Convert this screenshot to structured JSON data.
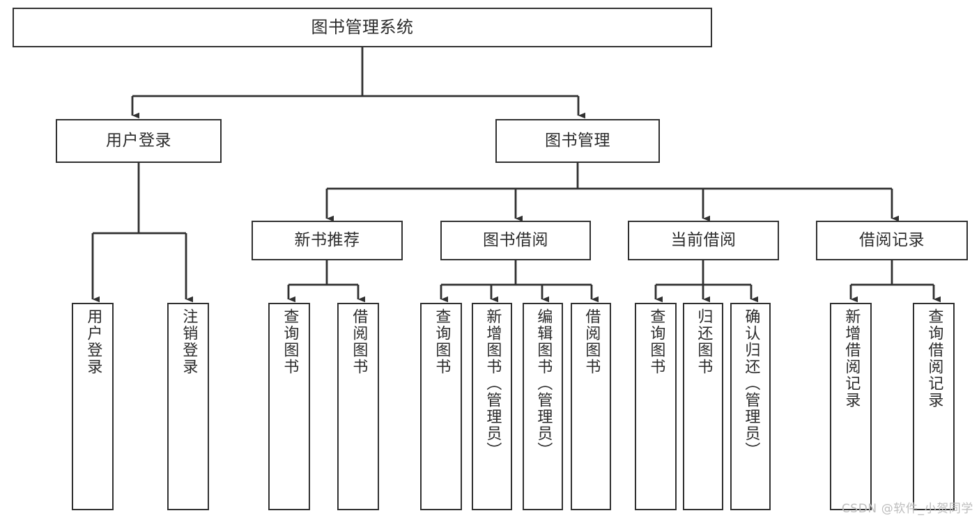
{
  "diagram": {
    "type": "tree",
    "title": "图书管理系统",
    "orientation": "top-down",
    "line_color": "#303030",
    "box_fill": "#ffffff",
    "text_color": "#2b2b2b",
    "nodes": {
      "root": {
        "label": "图书管理系统",
        "level": 0,
        "text_orientation": "horizontal"
      },
      "l1_0": {
        "label": "用户登录",
        "level": 1,
        "text_orientation": "horizontal"
      },
      "l1_1": {
        "label": "图书管理",
        "level": 1,
        "text_orientation": "horizontal"
      },
      "l2_0": {
        "label": "新书推荐",
        "level": 2,
        "text_orientation": "horizontal"
      },
      "l2_1": {
        "label": "图书借阅",
        "level": 2,
        "text_orientation": "horizontal"
      },
      "l2_2": {
        "label": "当前借阅",
        "level": 2,
        "text_orientation": "horizontal"
      },
      "l2_3": {
        "label": "借阅记录",
        "level": 2,
        "text_orientation": "horizontal"
      },
      "leaf_0": {
        "label": "用户登录",
        "level": 3,
        "text_orientation": "vertical"
      },
      "leaf_1": {
        "label": "注销登录",
        "level": 3,
        "text_orientation": "vertical"
      },
      "leaf_2": {
        "label": "查询图书",
        "level": 3,
        "text_orientation": "vertical"
      },
      "leaf_3": {
        "label": "借阅图书",
        "level": 3,
        "text_orientation": "vertical"
      },
      "leaf_4": {
        "label": "查询图书",
        "level": 3,
        "text_orientation": "vertical"
      },
      "leaf_5": {
        "label": "新增图书（管理员）",
        "level": 3,
        "text_orientation": "vertical"
      },
      "leaf_6": {
        "label": "编辑图书（管理员）",
        "level": 3,
        "text_orientation": "vertical"
      },
      "leaf_7": {
        "label": "借阅图书",
        "level": 3,
        "text_orientation": "vertical"
      },
      "leaf_8": {
        "label": "查询图书",
        "level": 3,
        "text_orientation": "vertical"
      },
      "leaf_9": {
        "label": "归还图书",
        "level": 3,
        "text_orientation": "vertical"
      },
      "leaf_10": {
        "label": "确认归还（管理员）",
        "level": 3,
        "text_orientation": "vertical"
      },
      "leaf_11": {
        "label": "新增借阅记录",
        "level": 3,
        "text_orientation": "vertical"
      },
      "leaf_12": {
        "label": "查询借阅记录",
        "level": 3,
        "text_orientation": "vertical"
      }
    },
    "edges": [
      {
        "from": "root",
        "to": "l1_0"
      },
      {
        "from": "root",
        "to": "l1_1"
      },
      {
        "from": "l1_0",
        "to": "leaf_0"
      },
      {
        "from": "l1_0",
        "to": "leaf_1"
      },
      {
        "from": "l1_1",
        "to": "l2_0"
      },
      {
        "from": "l1_1",
        "to": "l2_1"
      },
      {
        "from": "l1_1",
        "to": "l2_2"
      },
      {
        "from": "l1_1",
        "to": "l2_3"
      },
      {
        "from": "l2_0",
        "to": "leaf_2"
      },
      {
        "from": "l2_0",
        "to": "leaf_3"
      },
      {
        "from": "l2_1",
        "to": "leaf_4"
      },
      {
        "from": "l2_1",
        "to": "leaf_5"
      },
      {
        "from": "l2_1",
        "to": "leaf_6"
      },
      {
        "from": "l2_1",
        "to": "leaf_7"
      },
      {
        "from": "l2_2",
        "to": "leaf_8"
      },
      {
        "from": "l2_2",
        "to": "leaf_9"
      },
      {
        "from": "l2_2",
        "to": "leaf_10"
      },
      {
        "from": "l2_3",
        "to": "leaf_11"
      },
      {
        "from": "l2_3",
        "to": "leaf_12"
      }
    ]
  },
  "watermark": {
    "text": "CSDN @软件_小贺同学"
  }
}
